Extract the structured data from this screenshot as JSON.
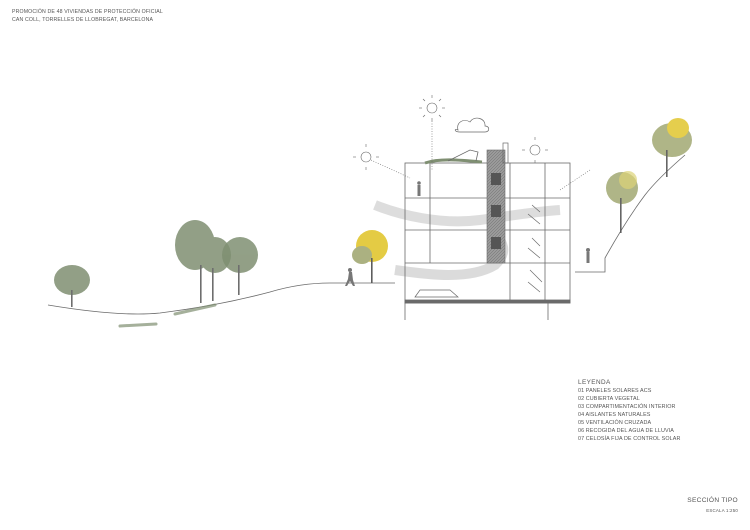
{
  "header": {
    "line1": "PROMOCIÓN DE 48 VIVIENDAS DE PROTECCIÓN OFICIAL",
    "line2": "CAN COLL, TORRELLES DE LLOBREGAT, BARCELONA"
  },
  "legend": {
    "title": "LEYENDA",
    "items": [
      "01 PANELES SOLARES ACS",
      "02 CUBIERTA VEGETAL",
      "03 COMPARTIMENTACIÓN INTERIOR",
      "04 AISLANTES NATURALES",
      "05 VENTILACIÓN CRUZADA",
      "06 RECOGIDA DEL AGUA DE LLUVIA",
      "07 CELOSÍA FIJA DE CONTROL SOLAR"
    ]
  },
  "sheet": {
    "title": "SECCIÓN TIPO",
    "scale": "ESCALA 1:250"
  },
  "colors": {
    "line": "#6a6a6a",
    "tree_green": "#7f8f72",
    "tree_yellow": "#e3c93a",
    "core_fill": "#8a8a8a",
    "airflow": "#c9c9c9"
  }
}
